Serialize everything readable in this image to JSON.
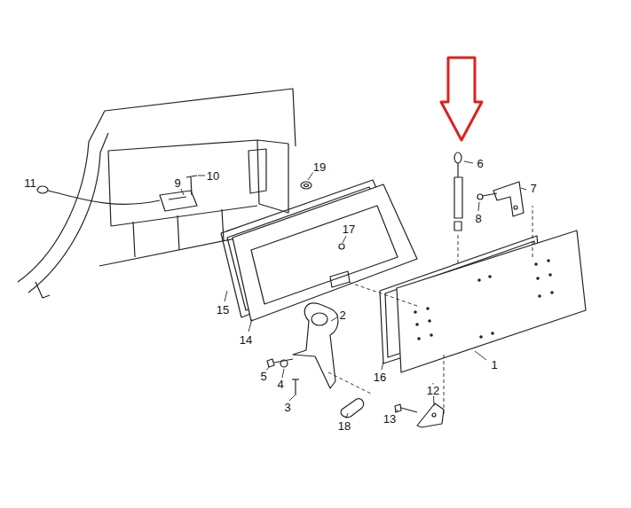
{
  "diagram": {
    "labels": [
      "11",
      "9",
      "10",
      "19",
      "6",
      "7",
      "8",
      "17",
      "15",
      "14",
      "2",
      "5",
      "4",
      "3",
      "16",
      "1",
      "12",
      "13",
      "18"
    ]
  }
}
